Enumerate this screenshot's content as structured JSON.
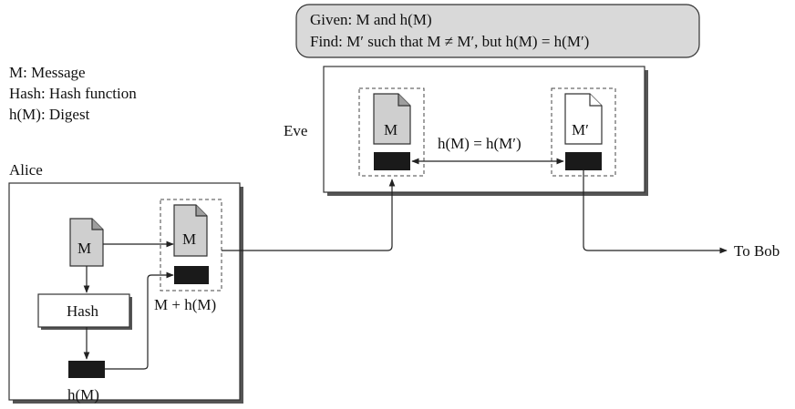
{
  "callout": {
    "line1": "Given: M and h(M)",
    "line2": "Find: M′ such that M ≠ M′, but h(M) = h(M′)"
  },
  "legend": {
    "line1": "M: Message",
    "line2": "Hash: Hash function",
    "line3": "h(M): Digest"
  },
  "alice": {
    "label": "Alice",
    "message_label": "M",
    "hash_label": "Hash",
    "digest_label": "h(M)",
    "bundle_message_label": "M",
    "bundle_caption": "M + h(M)"
  },
  "eve": {
    "label": "Eve",
    "original_message_label": "M",
    "forged_message_label": "M′",
    "collision_label": "h(M) = h(M′)"
  },
  "output": {
    "label": "To Bob"
  },
  "colors": {
    "callout_fill": "#d9d9d9",
    "doc_fill_gray": "#cfcfcf",
    "doc_fill_white": "#ffffff",
    "digest_fill": "#1a1a1a",
    "shadow": "#555555",
    "line": "#222222"
  }
}
